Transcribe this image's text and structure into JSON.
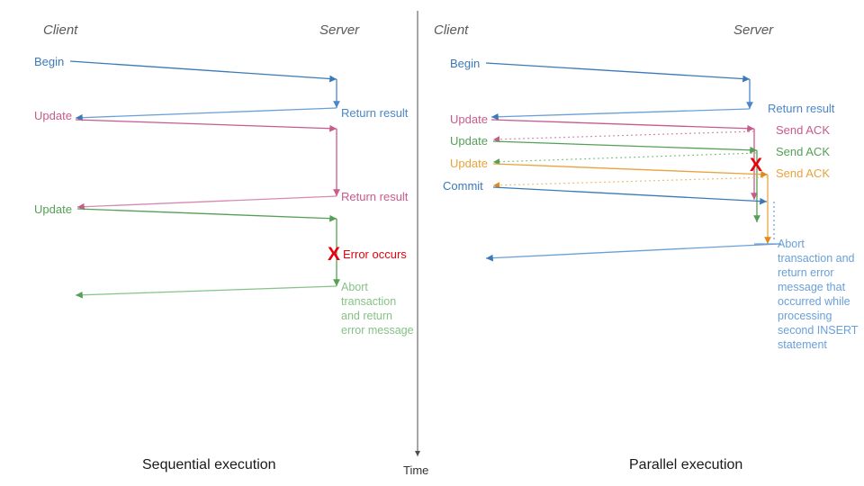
{
  "panels": {
    "left": {
      "caption": "Sequential execution",
      "client_label": "Client",
      "server_label": "Server",
      "messages": {
        "begin": "Begin",
        "return_result_1": "Return result",
        "update_1": "Update",
        "return_result_2": "Return result",
        "update_2": "Update",
        "error": "Error occurs",
        "error_glyph": "X",
        "abort_note": "Abort transaction and return error message"
      }
    },
    "right": {
      "caption": "Parallel execution",
      "client_label": "Client",
      "server_label": "Server",
      "messages": {
        "begin": "Begin",
        "return_result": "Return result",
        "update_1": "Update",
        "send_ack_1": "Send ACK",
        "update_2": "Update",
        "send_ack_2": "Send ACK",
        "update_3": "Update",
        "send_ack_3": "Send ACK",
        "commit": "Commit",
        "error_glyph": "X",
        "abort_note": "Abort transaction and return error message that occurred while processing second INSERT statement"
      }
    }
  },
  "axis": {
    "time_label": "Time"
  },
  "colors": {
    "blue": "#4a86c8",
    "blue_dark": "#3a7ab8",
    "pink": "#c85a8c",
    "pink_light": "#d68aae",
    "green": "#54a055",
    "green_light": "#86c287",
    "orange": "#e8a33d",
    "orange_dark": "#e08a1e",
    "red": "#e8000d",
    "gray": "#595959",
    "black": "#1a1a1a"
  }
}
